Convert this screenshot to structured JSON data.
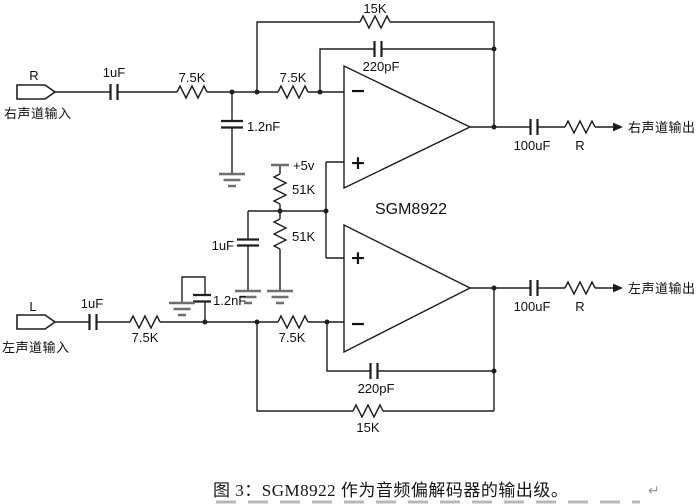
{
  "caption": {
    "text": "图 3：SGM8922 作为音频偏解码器的输出级。",
    "return_mark": "↵"
  },
  "chip": {
    "label": "SGM8922"
  },
  "right_channel": {
    "port": "R",
    "port_desc": "右声道输入",
    "input_cap": "1uF",
    "series_res_1": "7.5K",
    "shunt_cap": "1.2nF",
    "series_res_2": "7.5K",
    "feedback_res": "15K",
    "feedback_cap": "220pF",
    "output_cap": "100uF",
    "output_res": "R",
    "output_desc": "右声道输出",
    "inverting": "−",
    "noninverting": "+"
  },
  "left_channel": {
    "port": "L",
    "port_desc": "左声道输入",
    "input_cap": "1uF",
    "series_res_1": "7.5K",
    "shunt_cap": "1.2nF",
    "series_res_2": "7.5K",
    "feedback_res": "15K",
    "feedback_cap": "220pF",
    "output_cap": "100uF",
    "output_res": "R",
    "output_desc": "左声道输出",
    "inverting": "−",
    "noninverting": "+"
  },
  "bias": {
    "supply": "+5v",
    "upper_res": "51K",
    "lower_res": "51K",
    "bypass_cap": "1uF"
  },
  "colors": {
    "wire": "#1f1f1f",
    "ground": "#6f6f6f",
    "background": "#ffffff"
  }
}
